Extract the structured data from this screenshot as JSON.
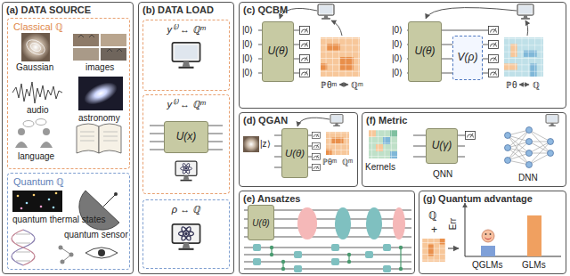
{
  "diagram": {
    "nodes": [
      {
        "text": [
          "(a) DATA SOURCE"
        ]
      },
      {
        "text": [
          "Classical ℚ"
        ],
        "in": 0
      },
      {
        "text": [
          "Quantum ℚ"
        ],
        "in": 0
      },
      {
        "text": [
          "(b) DATA LOAD"
        ]
      },
      {
        "text": [
          "y⁽ⁱ⁾ ↔ ℚᵐ"
        ],
        "in": 3
      },
      {
        "text": [
          "y⁽ⁱ⁾ ↔ ℚᵐ"
        ],
        "in": 3
      },
      {
        "text": [
          "U(x)"
        ],
        "in": 5
      },
      {
        "text": [
          "ρ ↔ ℚ"
        ],
        "in": 3
      },
      {
        "text": [
          "(c) QCBM"
        ]
      },
      {
        "text": [
          "U(θ)"
        ],
        "in": 8
      },
      {
        "text": [
          "U(θ)"
        ],
        "in": 8
      },
      {
        "text": [
          "V(ρ)"
        ],
        "in": 8
      },
      {
        "text": [
          "(d) QGAN"
        ]
      },
      {
        "text": [
          "U(θ)"
        ],
        "in": 12
      },
      {
        "text": [
          "(e) Ansatzes"
        ]
      },
      {
        "text": [
          "U(θ)"
        ],
        "in": 14
      },
      {
        "text": [
          "(f) Metric"
        ]
      },
      {
        "text": [
          "U(γ)"
        ],
        "in": 16
      },
      {
        "text": [
          "(g) Quantum advantage"
        ]
      }
    ],
    "labels": [
      "Gaussian",
      "images",
      "audio",
      "astronomy",
      "language",
      "quantum thermal states",
      "quantum sensor",
      "|0⟩",
      "|0⟩",
      "|0⟩",
      "|0⟩",
      "ℙθᵐ",
      "ℚᵐ",
      "|0⟩",
      "|0⟩",
      "|0⟩",
      "|0⟩",
      "ℙθ",
      "ℚ",
      "|z⟩",
      "ℙθᵐ",
      "ℚᵐ",
      "Kernels",
      "QNN",
      "DNN",
      "ℚ",
      "+",
      "Err",
      "QGLMs",
      "GLMs"
    ]
  }
}
